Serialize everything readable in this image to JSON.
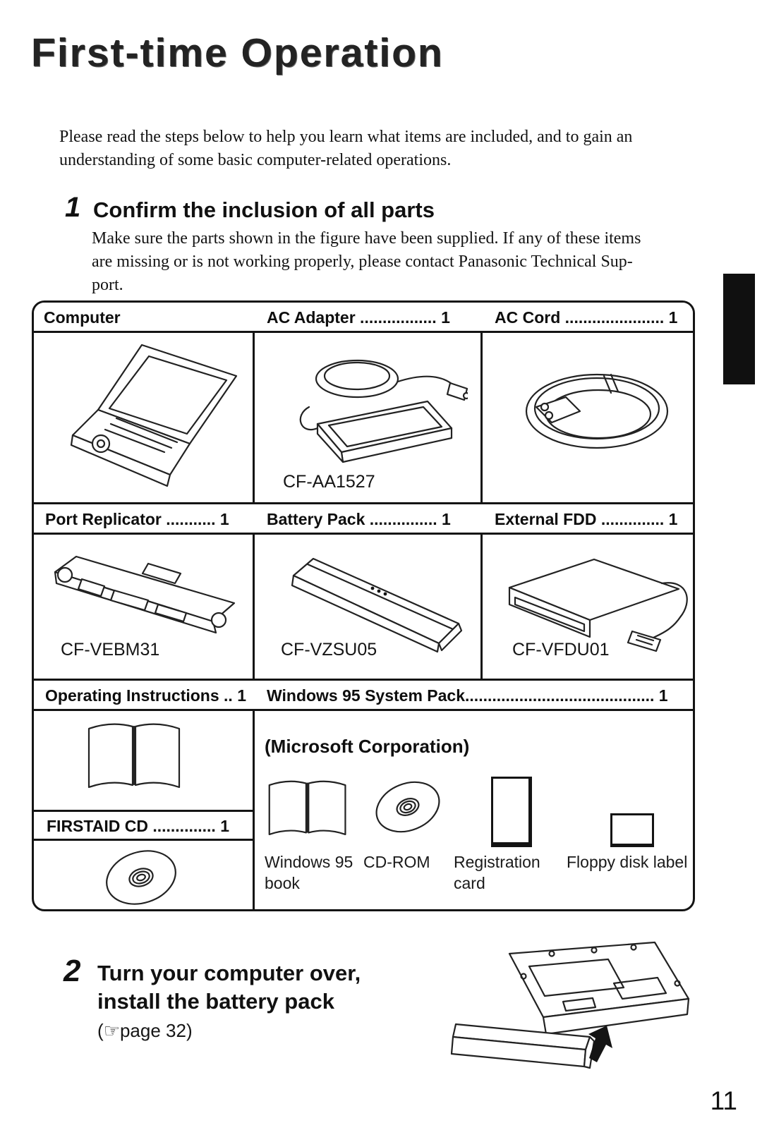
{
  "page": {
    "title": "First-time Operation",
    "intro_line1": "Please read the steps below to help you learn what items are included, and to gain an",
    "intro_line2": "understanding of some basic computer-related operations.",
    "page_number": "11"
  },
  "step1": {
    "number": "1",
    "heading": "Confirm the inclusion of all parts",
    "body_line1": "Make sure the parts shown in the figure have been supplied.  If any of these items",
    "body_line2": "are missing or is not working properly, please contact Panasonic Technical Sup-",
    "body_line3": "port."
  },
  "table": {
    "computer_header": "Computer",
    "ac_adapter_header": "AC Adapter ................. 1",
    "ac_cord_header": "AC Cord ...................... 1",
    "ac_adapter_model": "CF-AA1527",
    "port_replicator_header": "Port Replicator ........... 1",
    "battery_pack_header": "Battery Pack ............... 1",
    "external_fdd_header": "External FDD .............. 1",
    "port_replicator_model": "CF-VEBM31",
    "battery_pack_model": "CF-VZSU05",
    "external_fdd_model": "CF-VFDU01",
    "operating_instructions_header": "Operating Instructions .. 1",
    "win95_pack_header": "Windows 95 System Pack.......................................... 1",
    "firstaid_cd_header": "FIRSTAID CD .............. 1",
    "ms_corp_title": "(Microsoft Corporation)",
    "ms_items": [
      {
        "line1": "Windows 95",
        "line2": "book"
      },
      {
        "line1": "CD-ROM",
        "line2": ""
      },
      {
        "line1": "Registration",
        "line2": "card"
      },
      {
        "line1": "Floppy disk label",
        "line2": ""
      }
    ]
  },
  "step2": {
    "number": "2",
    "heading_line1": "Turn your computer over,",
    "heading_line2": "install the battery pack",
    "page_ref": "(☞page 32)"
  }
}
